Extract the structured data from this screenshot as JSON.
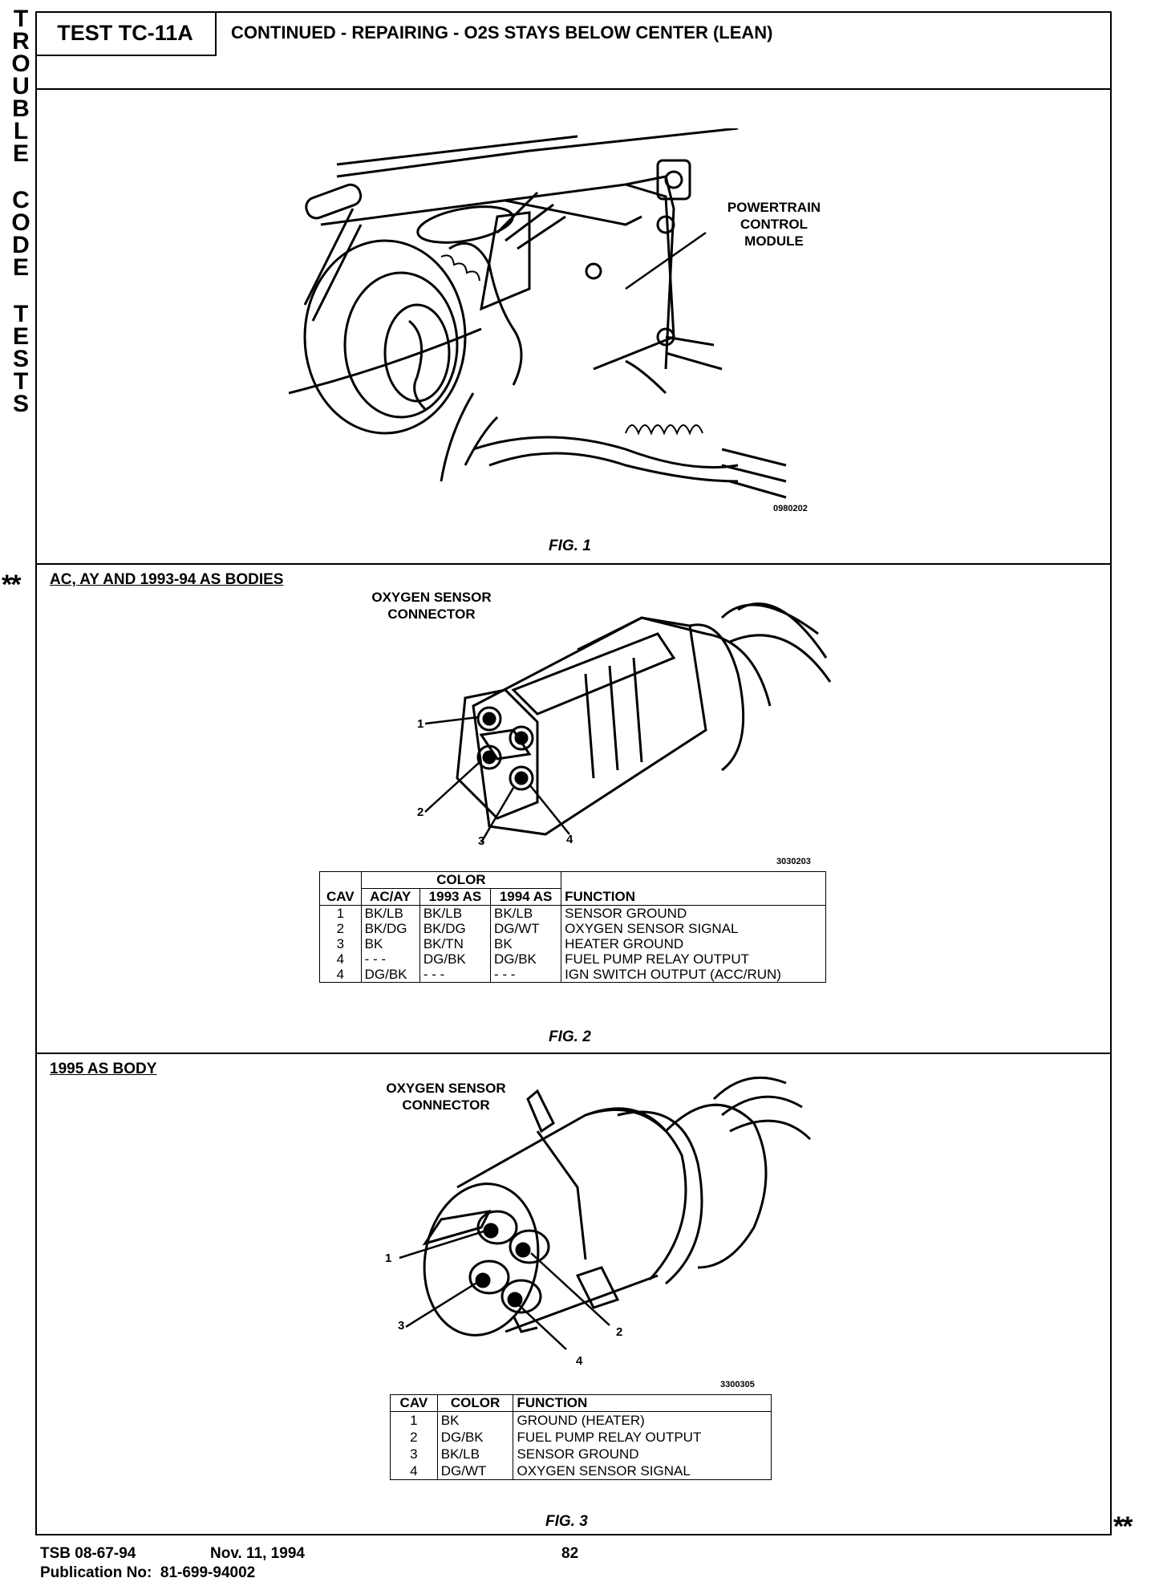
{
  "side_label": [
    "T",
    "R",
    "O",
    "U",
    "B",
    "L",
    "E",
    "",
    "C",
    "O",
    "D",
    "E",
    "",
    "T",
    "E",
    "S",
    "T",
    "S"
  ],
  "markers": {
    "left": "**",
    "right": "**"
  },
  "header": {
    "test_id": "TEST TC-11A",
    "title": "CONTINUED - REPAIRING - O2S STAYS BELOW CENTER (LEAN)"
  },
  "fig1": {
    "caption": "FIG. 1",
    "callout": "POWERTRAIN\nCONTROL\nMODULE",
    "code": "0980202"
  },
  "fig2": {
    "section_title": "AC, AY AND 1993-94 AS BODIES",
    "connector_label": "OXYGEN SENSOR\nCONNECTOR",
    "pins": [
      "1",
      "2",
      "3",
      "4"
    ],
    "code": "3030203",
    "caption": "FIG. 2",
    "table": {
      "group_header": "COLOR",
      "headers": [
        "CAV",
        "AC/AY",
        "1993 AS",
        "1994 AS",
        "FUNCTION"
      ],
      "rows": [
        [
          "1",
          "BK/LB",
          "BK/LB",
          "BK/LB",
          "SENSOR GROUND"
        ],
        [
          "2",
          "BK/DG",
          "BK/DG",
          "DG/WT",
          "OXYGEN SENSOR SIGNAL"
        ],
        [
          "3",
          "BK",
          "BK/TN",
          "BK",
          "HEATER GROUND"
        ],
        [
          "4",
          "- - -",
          "DG/BK",
          "DG/BK",
          "FUEL PUMP RELAY OUTPUT"
        ],
        [
          "4",
          "DG/BK",
          "- - -",
          "- - -",
          "IGN SWITCH OUTPUT (ACC/RUN)"
        ]
      ]
    }
  },
  "fig3": {
    "section_title": "1995 AS BODY",
    "connector_label": "OXYGEN SENSOR\nCONNECTOR",
    "pins": [
      "1",
      "2",
      "3",
      "4"
    ],
    "code": "3300305",
    "caption": "FIG. 3",
    "table": {
      "headers": [
        "CAV",
        "COLOR",
        "FUNCTION"
      ],
      "rows": [
        [
          "1",
          "BK",
          "GROUND (HEATER)"
        ],
        [
          "2",
          "DG/BK",
          "FUEL PUMP RELAY OUTPUT"
        ],
        [
          "3",
          "BK/LB",
          "SENSOR GROUND"
        ],
        [
          "4",
          "DG/WT",
          "OXYGEN SENSOR SIGNAL"
        ]
      ]
    }
  },
  "footer": {
    "tsb": "TSB 08-67-94",
    "date": "Nov. 11, 1994",
    "page": "82",
    "publication": "Publication No:  81-699-94002"
  }
}
